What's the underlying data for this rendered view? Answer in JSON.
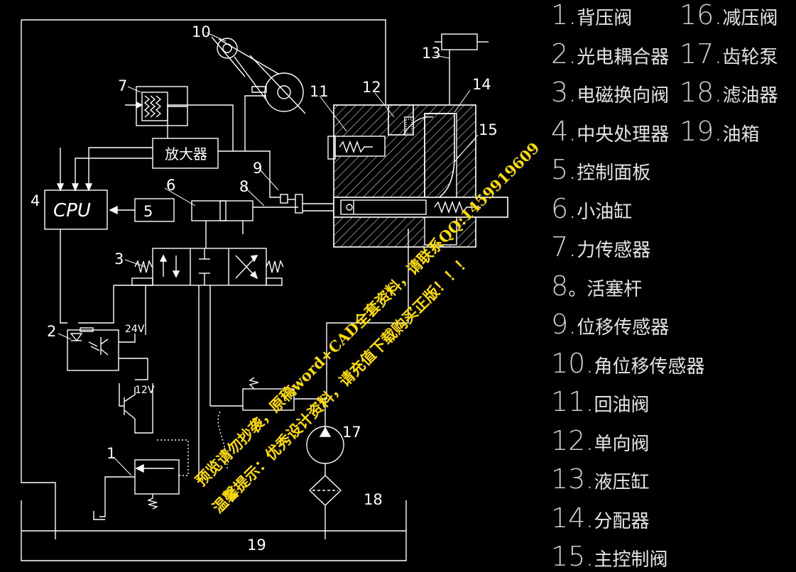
{
  "diagram": {
    "labels": {
      "cpu": "CPU",
      "amplifier": "放大器",
      "n1": "1",
      "n2": "2",
      "n3": "3",
      "n4": "4",
      "n5": "5",
      "n6": "6",
      "n7": "7",
      "n8": "8",
      "n9": "9",
      "n10": "10",
      "n11": "11",
      "n12": "12",
      "n13": "13",
      "n14": "14",
      "n15": "15",
      "n17": "17",
      "n18": "18",
      "n19": "19",
      "v24": "24V",
      "v12": "12V"
    }
  },
  "legend": [
    {
      "num": "1.",
      "text": "背压阀"
    },
    {
      "num": "2.",
      "text": "光电耦合器"
    },
    {
      "num": "3.",
      "text": "电磁换向阀"
    },
    {
      "num": "4.",
      "text": "中央处理器"
    },
    {
      "num": "5.",
      "text": "控制面板"
    },
    {
      "num": "6.",
      "text": "小油缸"
    },
    {
      "num": "7.",
      "text": "力传感器"
    },
    {
      "num": "8",
      "text": "。活塞杆"
    },
    {
      "num": "9.",
      "text": "位移传感器"
    },
    {
      "num": "10.",
      "text": "角位移传感器"
    },
    {
      "num": "11.",
      "text": "回油阀"
    },
    {
      "num": "12.",
      "text": "单向阀"
    },
    {
      "num": "13.",
      "text": "液压缸"
    },
    {
      "num": "14.",
      "text": "分配器"
    },
    {
      "num": "15.",
      "text": "主控制阀"
    },
    {
      "num": "16.",
      "text": "减压阀"
    },
    {
      "num": "17.",
      "text": "齿轮泵"
    },
    {
      "num": "18.",
      "text": "滤油器"
    },
    {
      "num": "19.",
      "text": "油箱"
    }
  ],
  "watermark": {
    "line1": "预览请勿抄袭，原稿word+CAD全套资料，请联系QQ:1459919609",
    "line2": "温馨提示：优秀设计资料，请充值下载购买正版！！！"
  },
  "colors": {
    "background": "#000000",
    "lines": "#ffffff",
    "watermark": "#ffdd00"
  }
}
